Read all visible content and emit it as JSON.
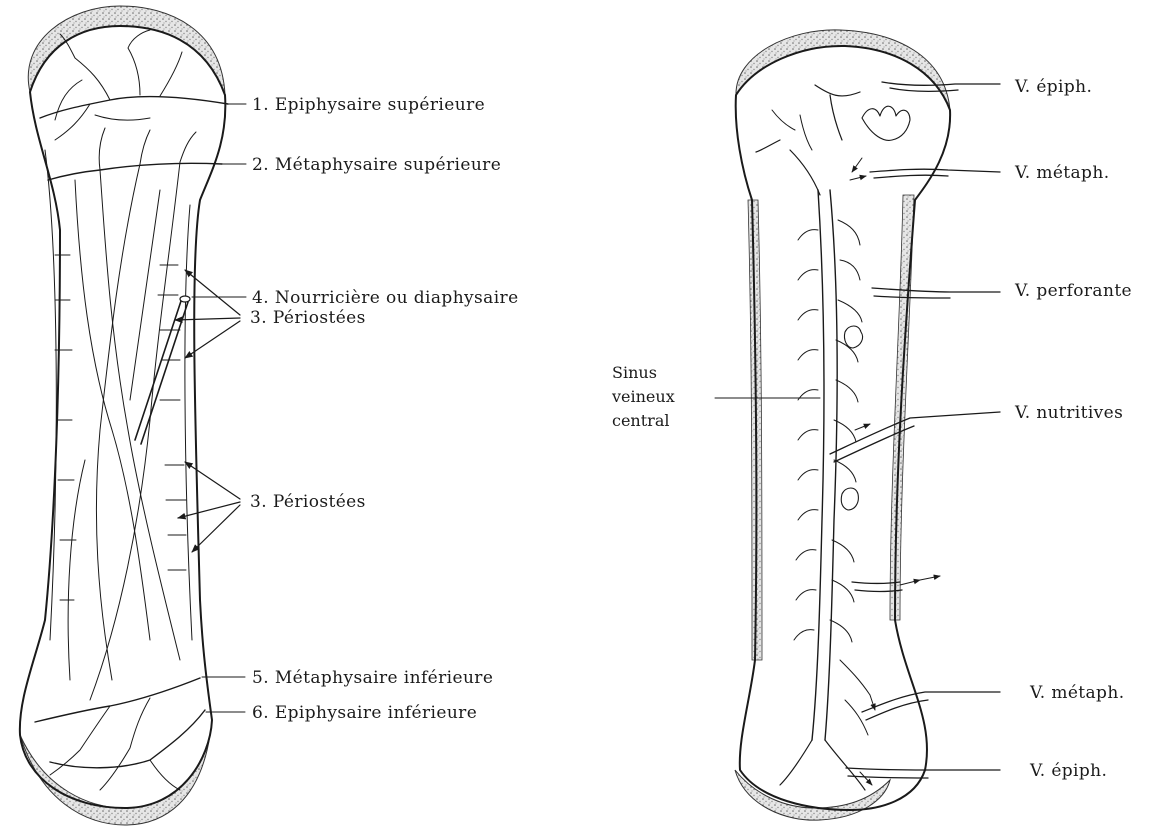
{
  "arteries": {
    "labels": [
      "1. Epiphysaire supérieure",
      "2. Métaphysaire supérieure",
      "3. Périostées",
      "4. Nourricière ou diaphysaire",
      "3. Périostées",
      "5. Métaphysaire inférieure",
      "6. Epiphysaire inférieure"
    ]
  },
  "veins": {
    "labels": [
      "V. épiph.",
      "V. métaph.",
      "V. perforante",
      "V. nutritives",
      "V. métaph.",
      "V. épiph."
    ],
    "sinus_lines": [
      "Sinus",
      "veineux",
      "central"
    ]
  }
}
